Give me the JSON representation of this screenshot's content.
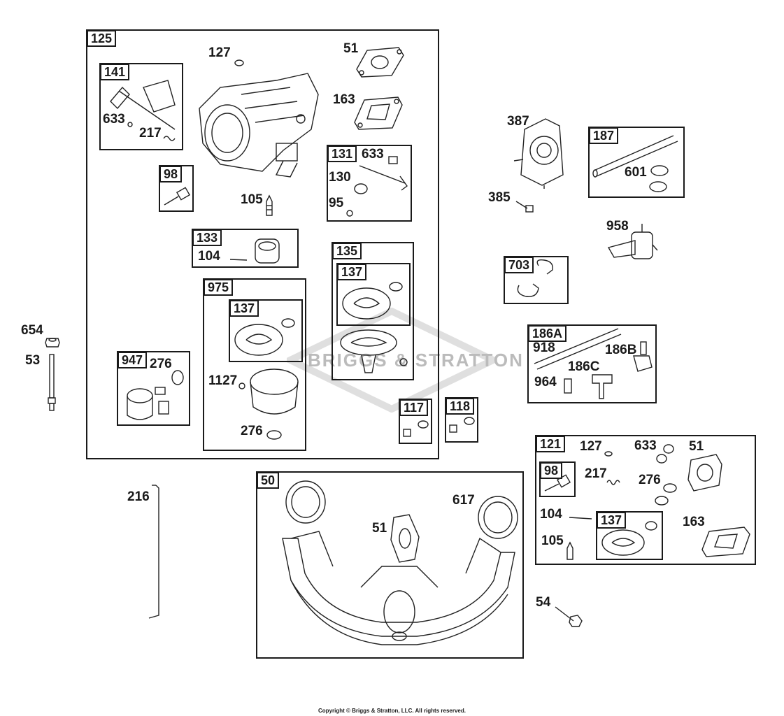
{
  "watermark": "BRIGGS & STRATTON",
  "copyright": "Copyright © Briggs & Stratton, LLC. All rights reserved.",
  "groups": {
    "g125": "125",
    "g141": "141",
    "g98": "98",
    "g131": "131",
    "g133": "133",
    "g975": "975",
    "g975_137": "137",
    "g135": "135",
    "g135_137": "137",
    "g947": "947",
    "g117": "117",
    "g118": "118",
    "g187": "187",
    "g703": "703",
    "g186a": "186A",
    "g121": "121",
    "g121_98": "98",
    "g121_137": "137",
    "g50": "50"
  },
  "labels": {
    "l127": "127",
    "l51": "51",
    "l163": "163",
    "l633": "633",
    "l217": "217",
    "l633b": "633",
    "l130": "130",
    "l95": "95",
    "l105": "105",
    "l104": "104",
    "l276": "276",
    "l1127": "1127",
    "l276b": "276",
    "l654": "654",
    "l53": "53",
    "l387": "387",
    "l385": "385",
    "l601": "601",
    "l958": "958",
    "l918": "918",
    "l186b": "186B",
    "l186c": "186C",
    "l964": "964",
    "l121_127": "127",
    "l121_633": "633",
    "l121_51": "51",
    "l121_217": "217",
    "l121_276": "276",
    "l121_104": "104",
    "l121_163": "163",
    "l121_105": "105",
    "l216": "216",
    "l617": "617",
    "l50_51": "51",
    "l54": "54"
  }
}
